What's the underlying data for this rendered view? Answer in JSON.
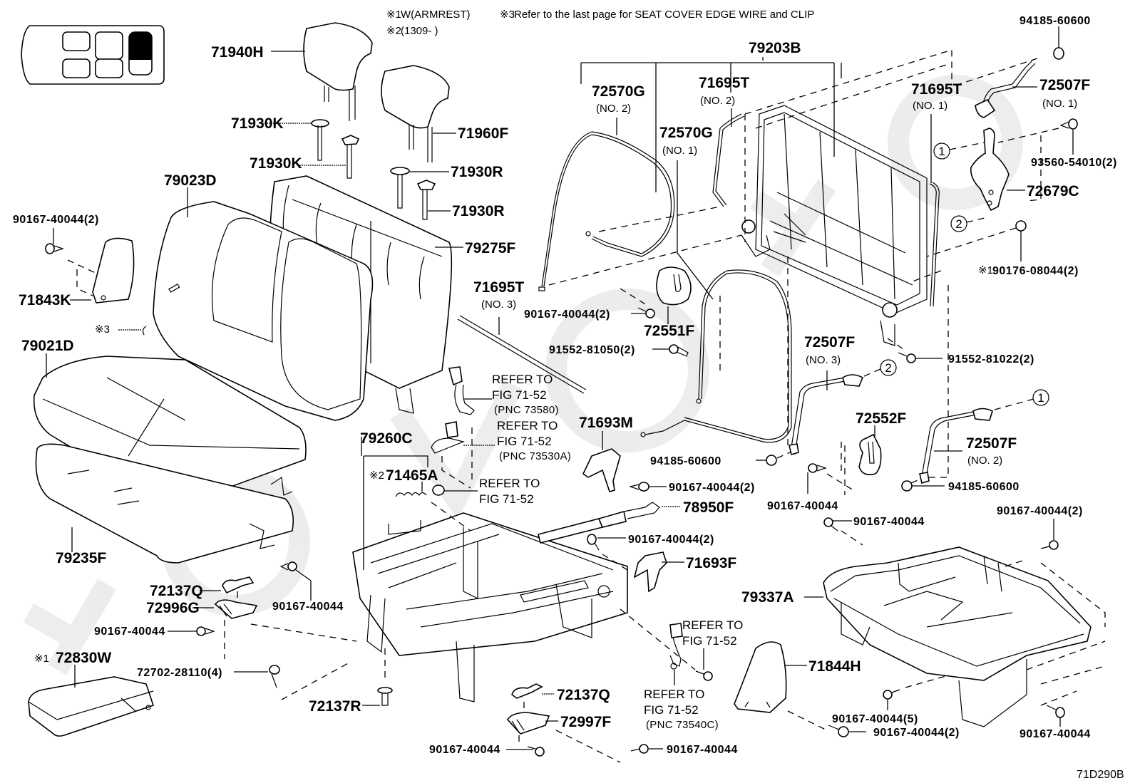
{
  "diagram": {
    "type": "exploded-parts-diagram",
    "subject": "Rear seat assembly",
    "figure_id": "71D290B",
    "notes": [
      {
        "marker": "※1",
        "text": "W(ARMREST)"
      },
      {
        "marker": "※3",
        "text": "Refer to the last page for SEAT COVER EDGE WIRE and CLIP"
      },
      {
        "marker": "※2",
        "text": "(1309-      )"
      }
    ],
    "seat_position_icon": {
      "rows": 2,
      "columns": 3,
      "highlighted": "third-column-upper"
    },
    "callouts": {
      "c1": "1",
      "c2": "2"
    },
    "parts": {
      "p71940H": "71940H",
      "p71930K_a": "71930K",
      "p71930K_b": "71930K",
      "p71960F": "71960F",
      "p71930R_a": "71930R",
      "p71930R_b": "71930R",
      "p79023D": "79023D",
      "p79275F": "79275F",
      "p90167_40044_2_tl": "90167-40044(2)",
      "p71843K": "71843K",
      "note3": "※3",
      "p79021D": "79021D",
      "p79235F": "79235F",
      "p72137Q_l": "72137Q",
      "p72996G": "72996G",
      "p90167_40044_l1": "90167-40044",
      "p90167_40044_l2": "90167-40044",
      "note1_72830W": "※1",
      "p72830W": "72830W",
      "p72702_28110": "72702-28110(4)",
      "p72137R": "72137R",
      "p79203B": "79203B",
      "p72570G_2": "72570G",
      "p72570G_2_sub": "(NO. 2)",
      "p71695T_2": "71695T",
      "p71695T_2_sub": "(NO. 2)",
      "p72570G_1": "72570G",
      "p72570G_1_sub": "(NO. 1)",
      "p71695T_1": "71695T",
      "p71695T_1_sub": "(NO. 1)",
      "p94185_60600_top": "94185-60600",
      "p72507F_1": "72507F",
      "p72507F_1_sub": "(NO. 1)",
      "p93560_54010": "93560-54010(2)",
      "p72679C": "72679C",
      "note1_90176": "※1",
      "p90176_08044": "90176-08044(2)",
      "p71695T_3": "71695T",
      "p71695T_3_sub": "(NO. 3)",
      "p90167_40044_2_mid": "90167-40044(2)",
      "p72551F": "72551F",
      "p91552_81050": "91552-81050(2)",
      "p91552_81022": "91552-81022(2)",
      "p72507F_3": "72507F",
      "p72507F_3_sub": "(NO. 3)",
      "p72552F": "72552F",
      "p72507F_2": "72507F",
      "p72507F_2_sub": "(NO. 2)",
      "p94185_60600_mid": "94185-60600",
      "p94185_60600_r": "94185-60600",
      "p90167_40044_m1": "90167-40044",
      "p90167_40044_m2": "90167-40044",
      "p90167_40044_2_r": "90167-40044(2)",
      "p79260C": "79260C",
      "note2": "※2",
      "p71465A": "71465A",
      "p71693M": "71693M",
      "p90167_40044_2_c1": "90167-40044(2)",
      "p78950F": "78950F",
      "p90167_40044_2_c2": "90167-40044(2)",
      "p71693F": "71693F",
      "p79337A": "79337A",
      "p72137Q_c": "72137Q",
      "p72997F": "72997F",
      "p90167_40044_b1": "90167-40044",
      "p90167_40044_b2": "90167-40044",
      "p71844H": "71844H",
      "p90167_40044_5": "90167-40044(5)",
      "p90167_40044_2_b": "90167-40044(2)",
      "p90167_40044_br": "90167-40044"
    },
    "references": {
      "r1_l1": "REFER TO",
      "r1_l2": "FIG 71-52",
      "r1_l3": "(PNC 73580)",
      "r2_l1": "REFER TO",
      "r2_l2": "FIG 71-52",
      "r2_l3": "(PNC 73530A)",
      "r3_l1": "REFER TO",
      "r3_l2": "FIG 71-52",
      "r4_l1": "REFER TO",
      "r4_l2": "FIG 71-52",
      "r5_l1": "REFER TO",
      "r5_l2": "FIG 71-52",
      "r5_l3": "(PNC 73540C)"
    }
  }
}
